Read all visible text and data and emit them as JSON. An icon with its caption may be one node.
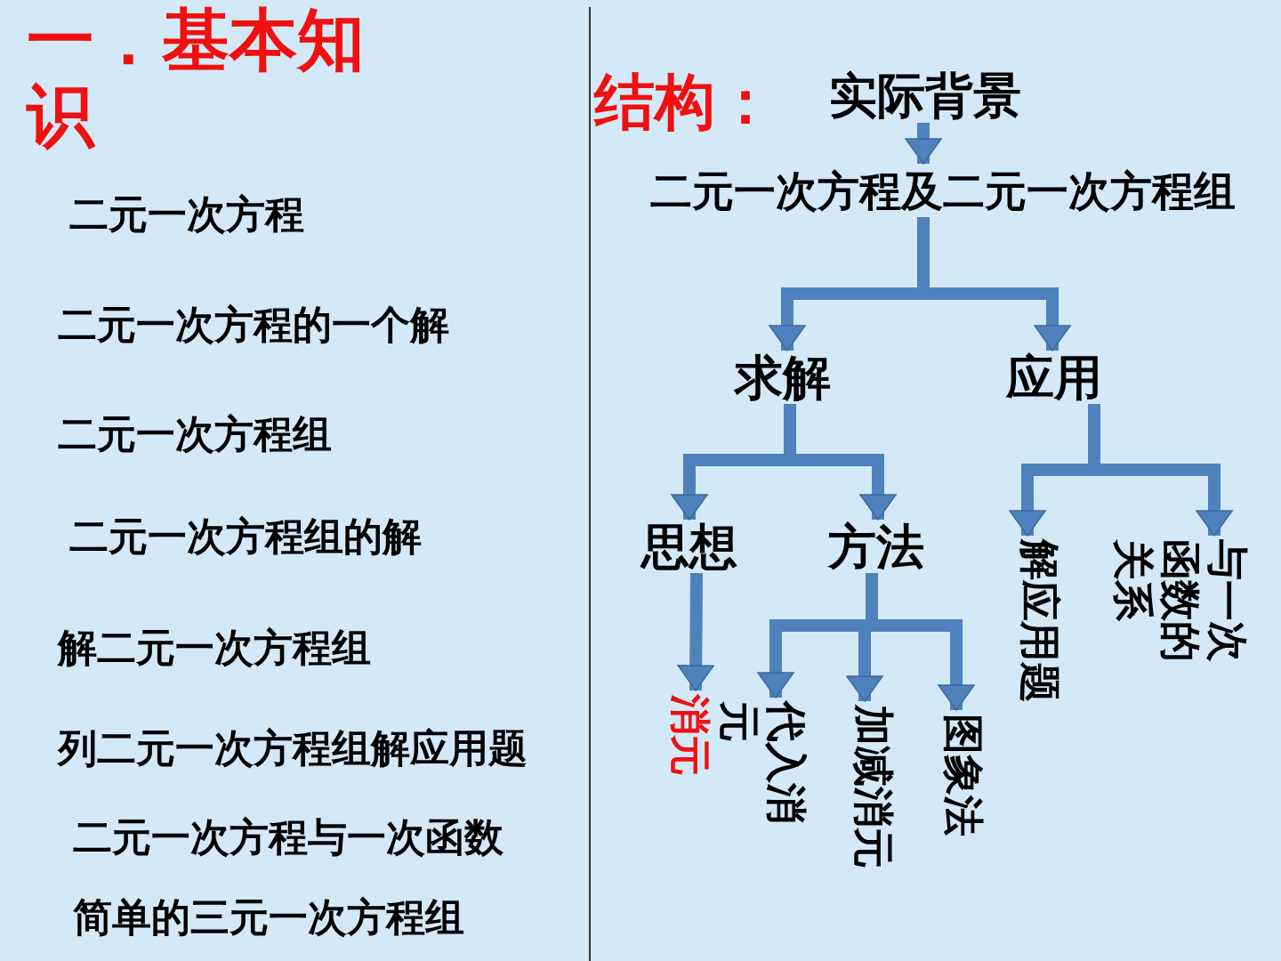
{
  "diagram": {
    "title": "一．基本知识",
    "nodes": [
      {
        "text": [
          "实际背景"
        ]
      },
      {
        "text": [
          "二元一次方程及二元一次方程组"
        ]
      },
      {
        "text": [
          "求解"
        ]
      },
      {
        "text": [
          "应用"
        ]
      },
      {
        "text": [
          "思想"
        ]
      },
      {
        "text": [
          "方法"
        ]
      },
      {
        "text": [
          "消元"
        ]
      },
      {
        "text": [
          "代入消元"
        ]
      },
      {
        "text": [
          "加减消元"
        ]
      },
      {
        "text": [
          "图象法"
        ]
      },
      {
        "text": [
          "解应用题"
        ]
      },
      {
        "text": [
          "与一次函数的关系"
        ]
      }
    ],
    "edges": [
      {
        "from": 0,
        "to": 1,
        "arrow": "to"
      },
      {
        "from": 1,
        "to": 2,
        "arrow": "to"
      },
      {
        "from": 1,
        "to": 3,
        "arrow": "to"
      },
      {
        "from": 2,
        "to": 4,
        "arrow": "to"
      },
      {
        "from": 2,
        "to": 5,
        "arrow": "to"
      },
      {
        "from": 3,
        "to": 10,
        "arrow": "to"
      },
      {
        "from": 3,
        "to": 11,
        "arrow": "to"
      },
      {
        "from": 4,
        "to": 6,
        "arrow": "to"
      },
      {
        "from": 5,
        "to": 7,
        "arrow": "to"
      },
      {
        "from": 5,
        "to": 8,
        "arrow": "to"
      },
      {
        "from": 5,
        "to": 9,
        "arrow": "to"
      }
    ],
    "labels": [
      "结构：",
      "二元一次方程",
      "二元一次方程的一个解",
      "二元一次方程组",
      "二元一次方程组的解",
      "解二元一次方程组",
      "列二元一次方程组解应用题",
      "二元一次方程与一次函数",
      "简单的三元一次方程组"
    ]
  }
}
